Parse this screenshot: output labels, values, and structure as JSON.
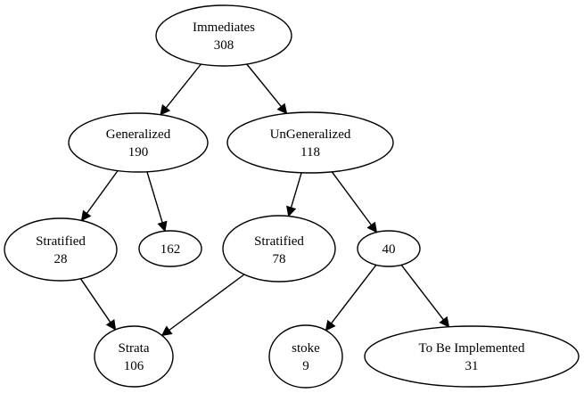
{
  "diagram": {
    "nodes": {
      "immediates": {
        "name": "Immediates",
        "count": "308"
      },
      "generalized": {
        "name": "Generalized",
        "count": "190"
      },
      "ungeneralized": {
        "name": "UnGeneralized",
        "count": "118"
      },
      "stratified_left": {
        "name": "Stratified",
        "count": "28"
      },
      "n162": {
        "name": "162"
      },
      "stratified_right": {
        "name": "Stratified",
        "count": "78"
      },
      "n40": {
        "name": "40"
      },
      "strata": {
        "name": "Strata",
        "count": "106"
      },
      "stoke": {
        "name": "stoke",
        "count": "9"
      },
      "tbi": {
        "name": "To Be Implemented",
        "count": "31"
      }
    },
    "edges": [
      {
        "from": "immediates",
        "to": "generalized"
      },
      {
        "from": "immediates",
        "to": "ungeneralized"
      },
      {
        "from": "generalized",
        "to": "stratified_left"
      },
      {
        "from": "generalized",
        "to": "n162"
      },
      {
        "from": "ungeneralized",
        "to": "stratified_right"
      },
      {
        "from": "ungeneralized",
        "to": "n40"
      },
      {
        "from": "stratified_left",
        "to": "strata"
      },
      {
        "from": "stratified_right",
        "to": "strata"
      },
      {
        "from": "n40",
        "to": "stoke"
      },
      {
        "from": "n40",
        "to": "tbi"
      }
    ]
  }
}
